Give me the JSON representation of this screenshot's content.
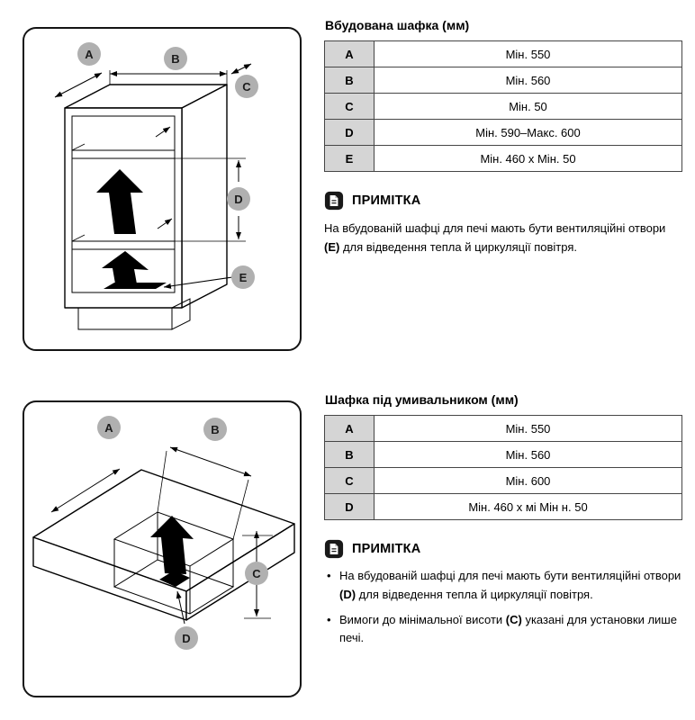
{
  "colors": {
    "table_key_bg": "#d5d5d5",
    "table_border": "#464646",
    "dim_label_circle": "#b0b0b0",
    "note_icon_bg": "#191919"
  },
  "icons": {
    "note": "memo-note-icon"
  },
  "section_top": {
    "table_title": "Вбудована шафка (мм)",
    "table_rows": [
      {
        "key": "A",
        "value": "Мін. 550"
      },
      {
        "key": "B",
        "value": "Мін. 560"
      },
      {
        "key": "C",
        "value": "Мін. 50"
      },
      {
        "key": "D",
        "value": "Мін. 590–Макс. 600"
      },
      {
        "key": "E",
        "value": "Мін. 460 x Мін. 50"
      }
    ],
    "note_title": "ПРИМІТКА",
    "note_pre": "На вбудованій шафці для печі мають бути вентиляційні отвори ",
    "note_ref": "(E)",
    "note_post": " для відведення тепла й циркуляції повітря.",
    "diagram_labels": [
      "A",
      "B",
      "C",
      "D",
      "E"
    ]
  },
  "section_bottom": {
    "table_title": "Шафка під умивальником (мм)",
    "table_rows": [
      {
        "key": "A",
        "value": "Мін. 550"
      },
      {
        "key": "B",
        "value": "Мін. 560"
      },
      {
        "key": "C",
        "value": "Мін. 600"
      },
      {
        "key": "D",
        "value": "Мін. 460 x мі Мін н. 50"
      }
    ],
    "note_title": "ПРИМІТКА",
    "bullets": [
      {
        "pre": "На вбудованій шафці для печі мають бути вентиляційні отвори ",
        "ref": "(D)",
        "post": " для відведення тепла й циркуляції повітря."
      },
      {
        "pre": "Вимоги до мінімальної висоти ",
        "ref": "(C)",
        "post": " указані для установки лише печі."
      }
    ],
    "diagram_labels": [
      "A",
      "B",
      "C",
      "D"
    ]
  }
}
